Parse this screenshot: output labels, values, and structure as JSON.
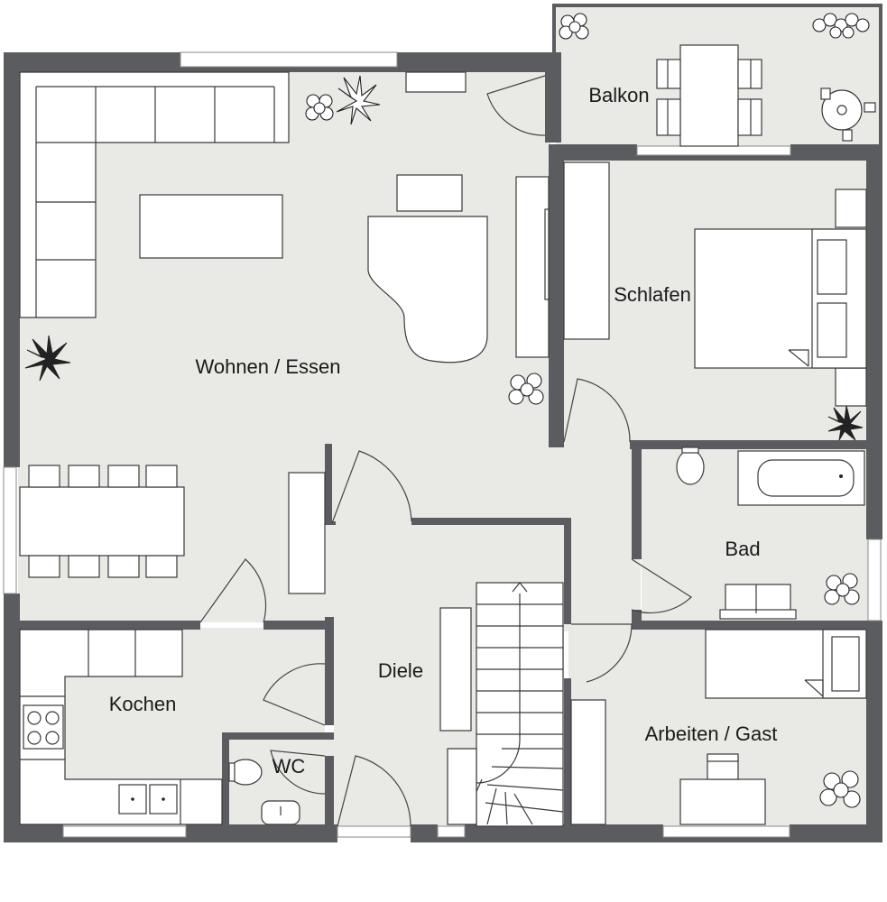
{
  "rooms": {
    "balkon": "Balkon",
    "wohnen": "Wohnen / Essen",
    "schlafen": "Schlafen",
    "bad": "Bad",
    "kochen": "Kochen",
    "diele": "Diele",
    "wc": "WC",
    "arbeiten": "Arbeiten / Gast"
  },
  "colors": {
    "wall": "#5b5c60",
    "floor": "#e9e9e5",
    "furniture": "#ffffff",
    "line": "#3a3a3a"
  }
}
